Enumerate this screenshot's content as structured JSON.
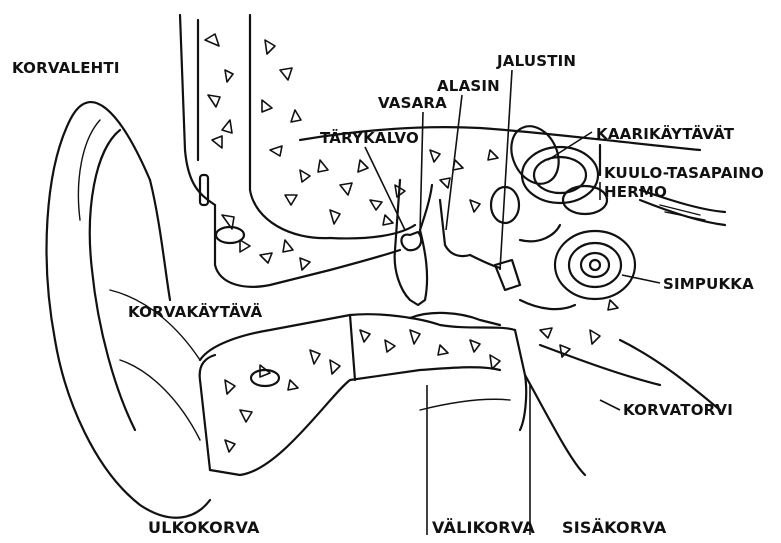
{
  "diagram": {
    "labels": {
      "korvalehti": "KORVALEHTI",
      "korvakaytava": "KORVAKÄYTÄVÄ",
      "tarykalvo": "TÄRYKALVO",
      "vasara": "VASARA",
      "alasin": "ALASIN",
      "jalustin": "JALUSTIN",
      "kaarikaytavat": "KAARIKÄYTÄVÄT",
      "kuulo_tasapaino": "KUULO-TASAPAINO",
      "hermo": "HERMO",
      "simpukka": "SIMPUKKA",
      "korvatorvi": "KORVATORVI",
      "ulkokorva": "ULKOKORVA",
      "valikorva": "VÄLIKORVA",
      "sisakorva": "SISÄKORVA"
    },
    "colors": {
      "ink": "#111111",
      "background": "#ffffff"
    }
  }
}
